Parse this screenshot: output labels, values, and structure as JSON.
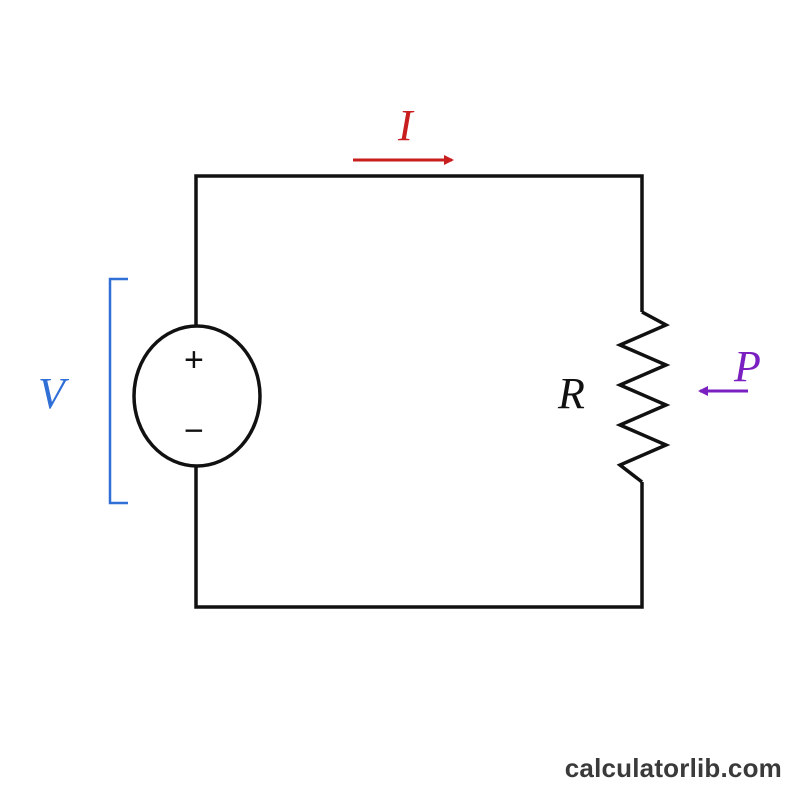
{
  "labels": {
    "current": "I",
    "voltage": "V",
    "resistance": "R",
    "power": "P",
    "plus": "+",
    "minus": "−"
  },
  "watermark": "calculatorlib.com",
  "colors": {
    "wire": "#111111",
    "current": "#c81e1e",
    "voltage": "#2f6fd6",
    "power": "#7a1fc0",
    "watermark": "#3a3a3a"
  }
}
